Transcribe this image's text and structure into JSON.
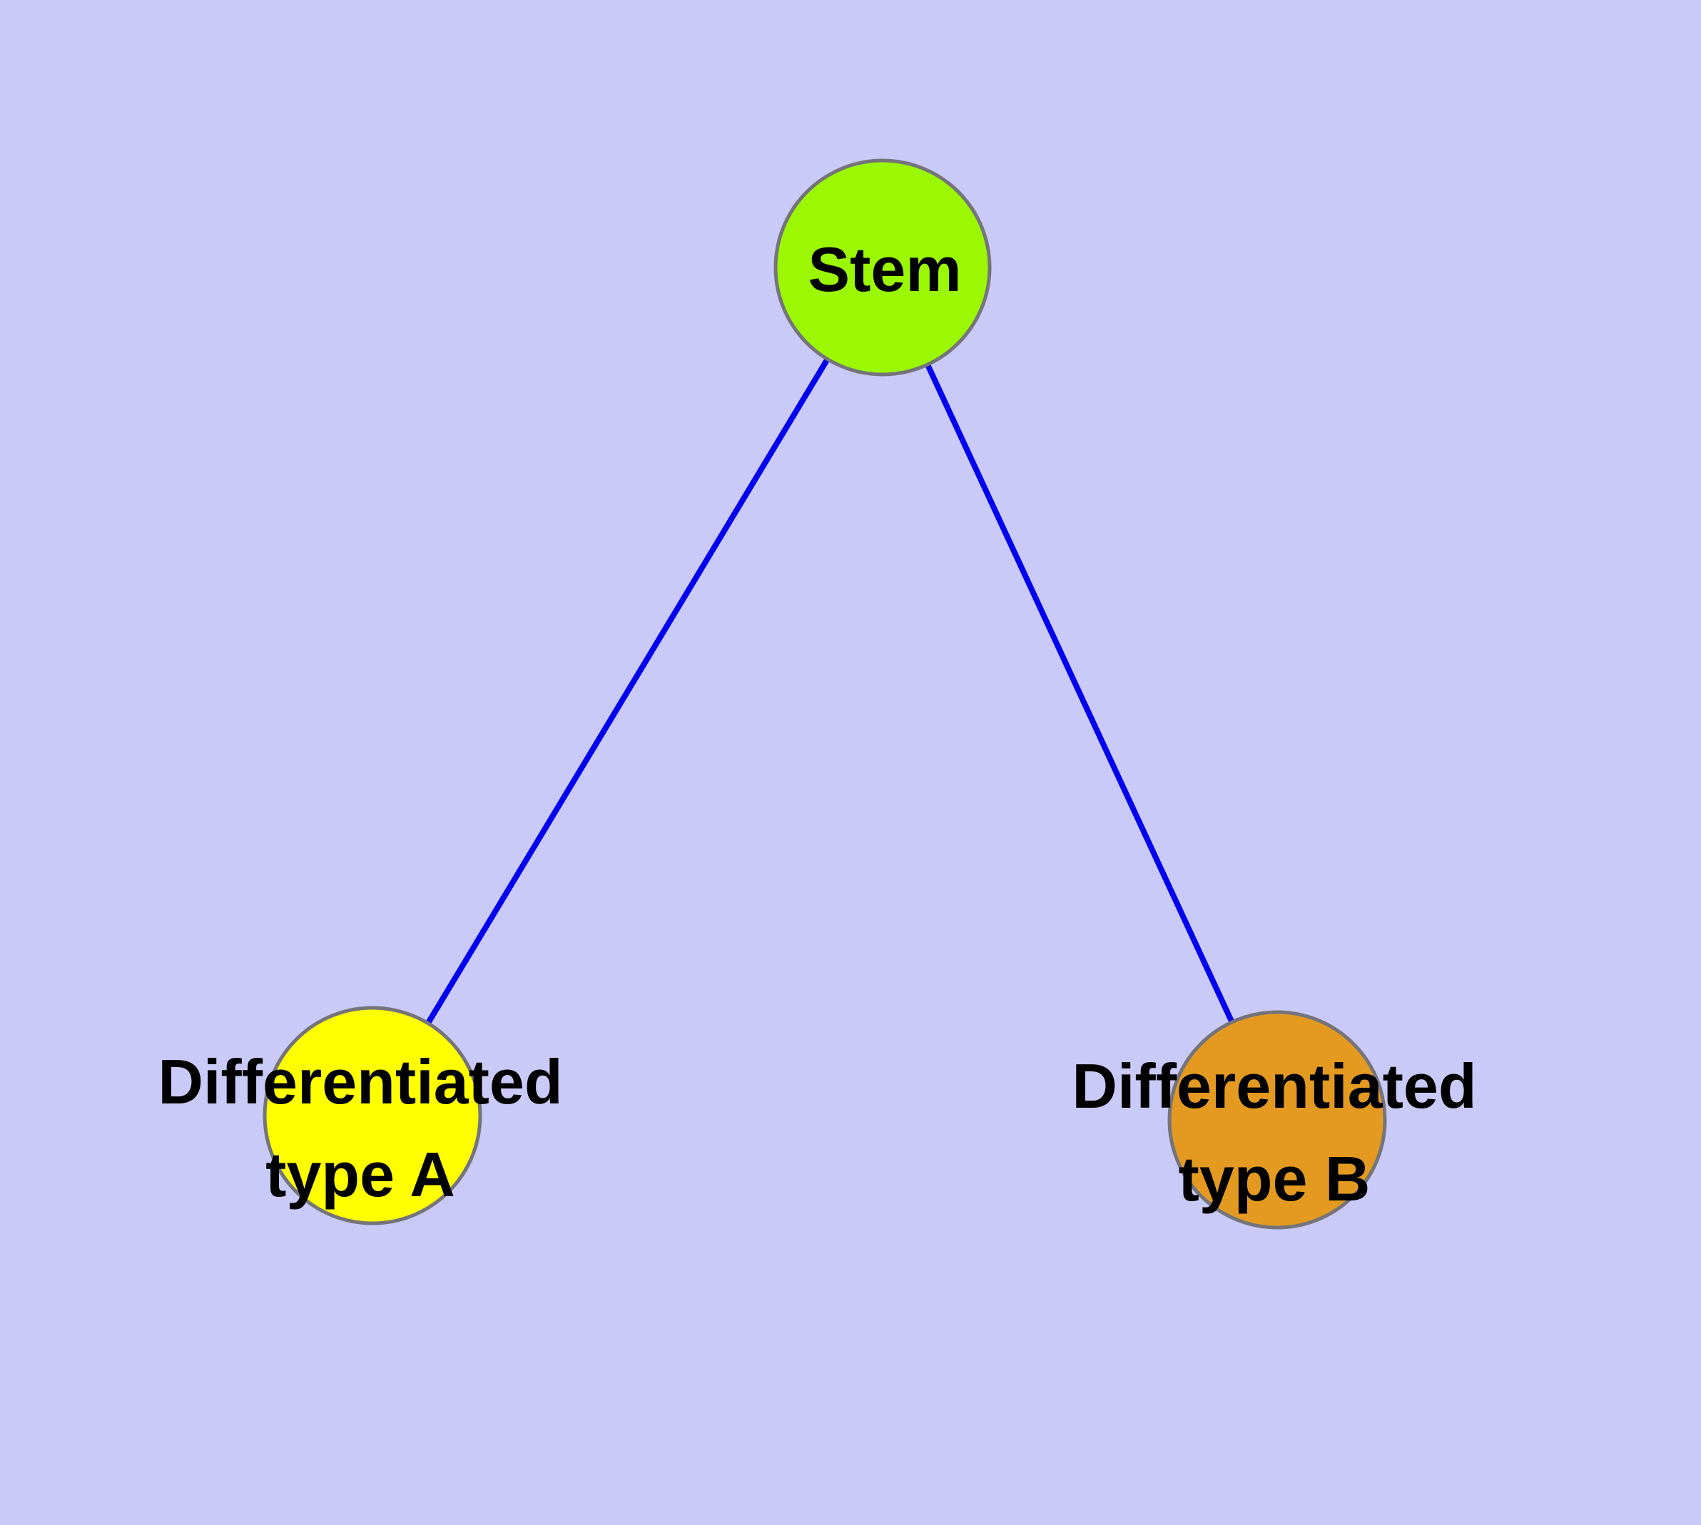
{
  "diagram": {
    "background_color": "#CACAF8",
    "edge_color": "#0000EE",
    "node_border_color": "#74747A",
    "label_color": "#000000",
    "nodes": [
      {
        "id": "stem",
        "label": "Stem",
        "label_lines": [
          "Stem"
        ],
        "color": "#9BF802"
      },
      {
        "id": "differentiated-type-a",
        "label": "Differentiated type A",
        "label_lines": [
          "Differentiated",
          "type A"
        ],
        "color": "#FFFF00"
      },
      {
        "id": "differentiated-type-b",
        "label": "Differentiated type B",
        "label_lines": [
          "Differentiated",
          "type B"
        ],
        "color": "#E49A20"
      }
    ],
    "edges": [
      {
        "from": "stem",
        "to": "differentiated-type-a"
      },
      {
        "from": "stem",
        "to": "differentiated-type-b"
      }
    ]
  }
}
